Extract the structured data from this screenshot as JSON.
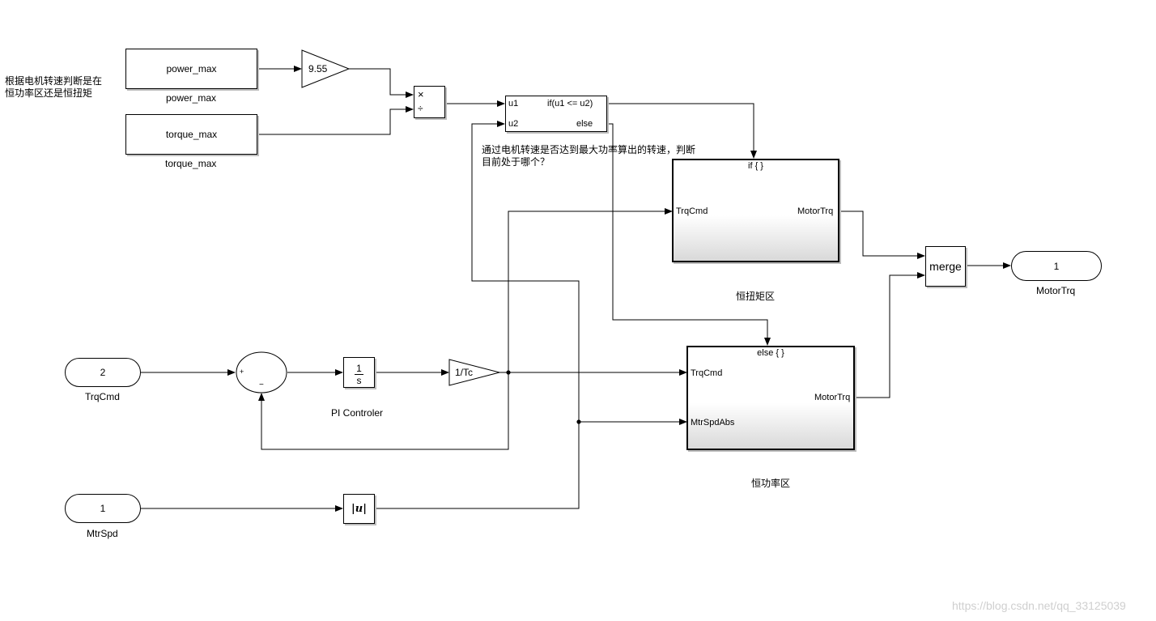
{
  "annotations": {
    "left_note_line1": "根据电机转速判断是在",
    "left_note_line2": "恒功率区还是恒扭矩",
    "mid_note_line1": "通过电机转速是否达到最大功率算出的转速，判断",
    "mid_note_line2": "目前处于哪个？",
    "if_region": "恒扭矩区",
    "else_region": "恒功率区",
    "pi_label": "PI Controler"
  },
  "blocks": {
    "power_max": {
      "text": "power_max",
      "caption": "power_max"
    },
    "torque_max": {
      "text": "torque_max",
      "caption": "torque_max"
    },
    "gain": {
      "text": "9.55"
    },
    "product": {
      "op1": "×",
      "op2": "÷"
    },
    "if_block": {
      "port1": "u1",
      "port2": "u2",
      "cond": "if(u1 <= u2)",
      "else": "else"
    },
    "if_subsystem": {
      "title": "if { }",
      "in": "TrqCmd",
      "out": "MotorTrq"
    },
    "else_subsystem": {
      "title": "else { }",
      "in1": "TrqCmd",
      "in2": "MtrSpdAbs",
      "out": "MotorTrq"
    },
    "merge": {
      "text": "merge"
    },
    "outport": {
      "num": "1",
      "caption": "MotorTrq"
    },
    "inport_trq": {
      "num": "2",
      "caption": "TrqCmd"
    },
    "inport_spd": {
      "num": "1",
      "caption": "MtrSpd"
    },
    "sum": {
      "plus": "+",
      "minus": "−"
    },
    "integrator": {
      "num": "1",
      "den": "s"
    },
    "gain_tc": {
      "text": "1/Tc"
    },
    "abs": {
      "text": "|u|"
    }
  },
  "watermark": "https://blog.csdn.net/qq_33125039"
}
